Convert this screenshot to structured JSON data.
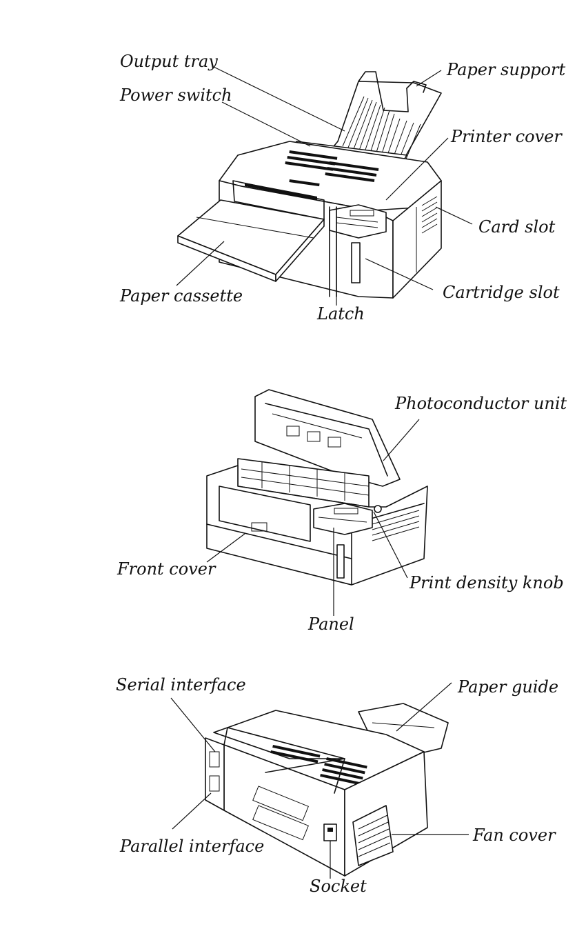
{
  "figures": [
    {
      "name": "front-view",
      "labels": {
        "output_tray": "Output tray",
        "power_switch": "Power switch",
        "paper_support": "Paper support",
        "printer_cover": "Printer cover",
        "card_slot": "Card slot",
        "cartridge_slot": "Cartridge slot",
        "paper_cassette": "Paper cassette",
        "latch": "Latch"
      }
    },
    {
      "name": "open-view",
      "labels": {
        "photoconductor_unit": "Photoconductor unit",
        "front_cover": "Front cover",
        "print_density_knob": "Print density knob",
        "panel": "Panel"
      }
    },
    {
      "name": "rear-view",
      "labels": {
        "serial_interface": "Serial interface",
        "paper_guide": "Paper guide",
        "fan_cover": "Fan cover",
        "parallel_interface": "Parallel interface",
        "socket": "Socket"
      }
    }
  ]
}
